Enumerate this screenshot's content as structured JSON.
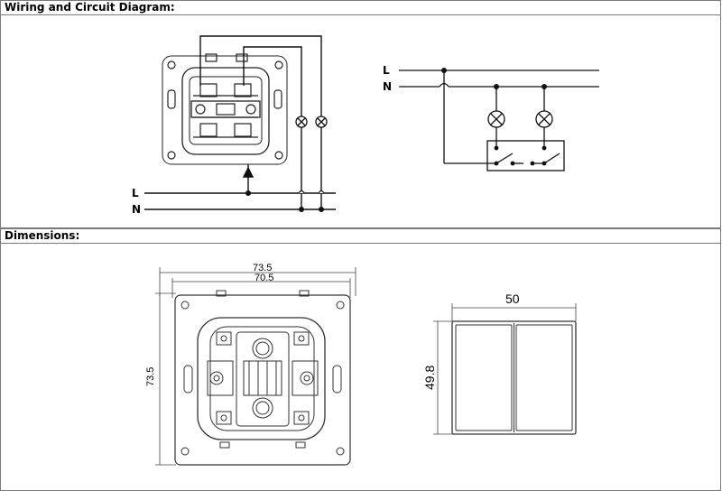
{
  "sections": {
    "wiring": {
      "title": "Wiring and Circuit Diagram:"
    },
    "dimensions": {
      "title": "Dimensions:"
    }
  },
  "wiring_diagram": {
    "line_label": "L",
    "neutral_label": "N"
  },
  "circuit_diagram": {
    "line_label": "L",
    "neutral_label": "N"
  },
  "dimensions": {
    "outer_width": "73.5",
    "inner_width": "70.5",
    "height": "73.5",
    "cover_width": "50",
    "cover_height": "49.8"
  }
}
